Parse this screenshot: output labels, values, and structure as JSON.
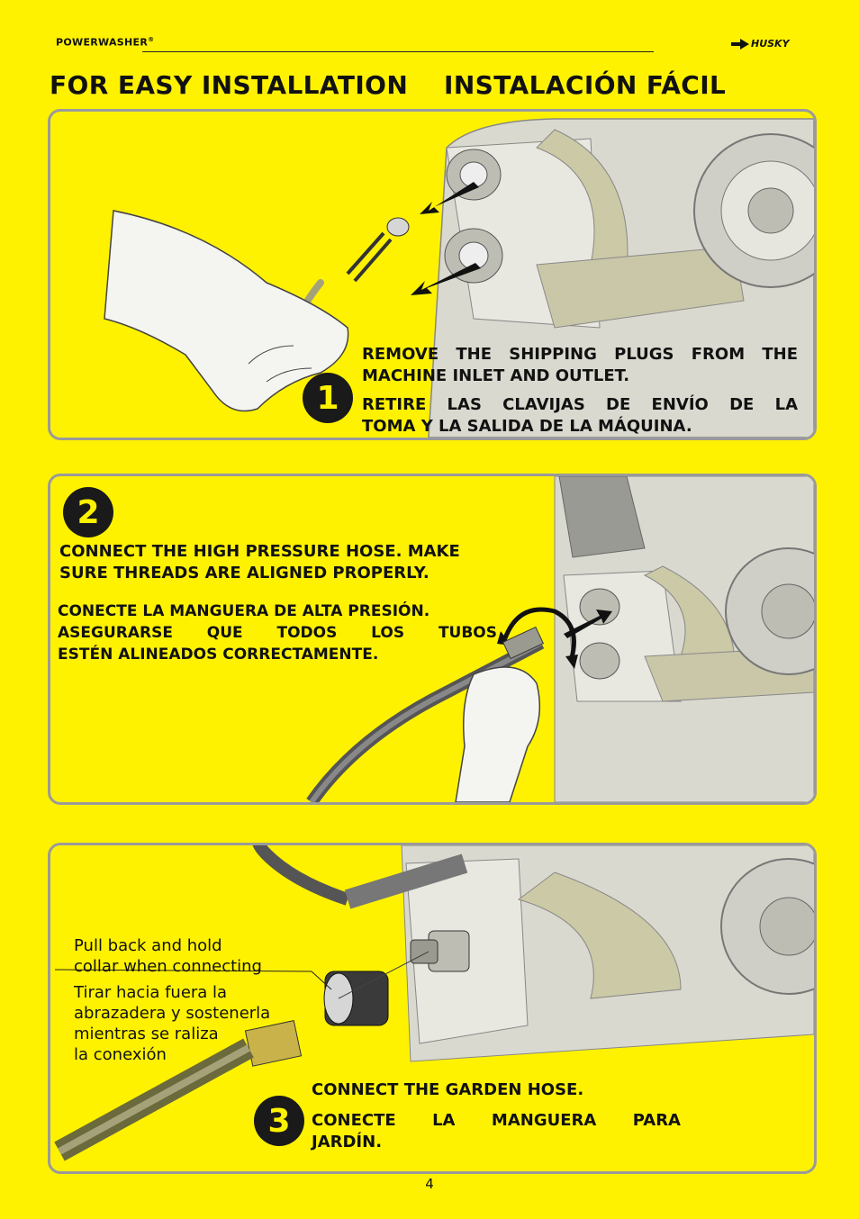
{
  "header": {
    "brand": "POWERWASHER",
    "registered": "®",
    "logo": "HUSKY",
    "logo_icon": "husky-arrow-icon"
  },
  "titles": {
    "en": "FOR EASY INSTALLATION",
    "es": "INSTALACIÓN FÁCIL"
  },
  "steps": [
    {
      "number": "1",
      "en": [
        "REMOVE THE SHIPPING PLUGS FROM THE",
        "MACHINE INLET AND OUTLET."
      ],
      "es": [
        "RETIRE LAS CLAVIJAS DE ENVÍO DE LA",
        "TOMA Y LA SALIDA DE LA MÁQUINA."
      ]
    },
    {
      "number": "2",
      "en": [
        "CONNECT THE HIGH PRESSURE HOSE. MAKE",
        "SURE THREADS ARE ALIGNED PROPERLY."
      ],
      "es": [
        "CONECTE LA MANGUERA DE ALTA PRESIÓN.",
        "ASEGURARSE QUE TODOS LOS TUBOS",
        "ESTÉN ALINEADOS CORRECTAMENTE."
      ]
    },
    {
      "number": "3",
      "en": [
        "CONNECT THE GARDEN HOSE."
      ],
      "es": [
        "CONECTE LA MANGUERA PARA",
        "JARDÍN."
      ],
      "note_en": [
        "Pull back and hold",
        "collar when connecting"
      ],
      "note_es": [
        "Tirar hacia fuera la",
        "abrazadera y sostenerla",
        "mientras se raliza",
        "la conexión"
      ]
    }
  ],
  "page_number": "4",
  "colors": {
    "background": "#FFF200",
    "panel_border": "#9a9a9a",
    "machine": "#d9d9cf",
    "ink": "#1a1a1a"
  }
}
